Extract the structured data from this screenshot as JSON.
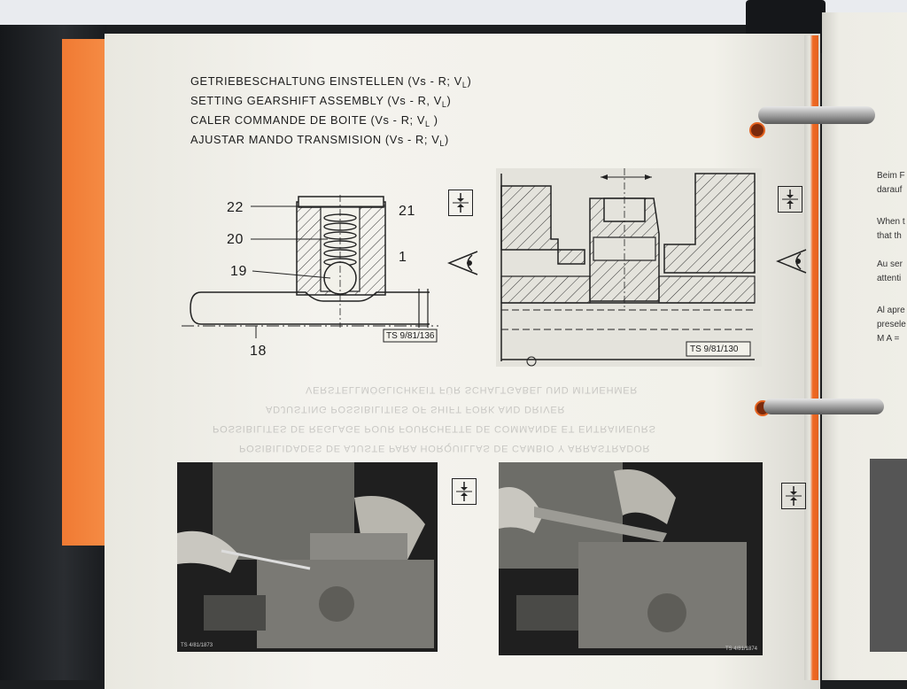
{
  "page": {
    "headings": [
      {
        "main": "GETRIEBESCHALTUNG EINSTELLEN  (Vs - R; V",
        "sub": "L",
        "end": ")"
      },
      {
        "main": "SETTING GEARSHIFT ASSEMBLY (Vs - R, V",
        "sub": "L",
        "end": ")"
      },
      {
        "main": "CALER COMMANDE DE BOITE (Vs - R; V",
        "sub": "L",
        "end": " )"
      },
      {
        "main": "AJUSTAR MANDO TRANSMISION (Vs - R; V",
        "sub": "L",
        "end": ")"
      }
    ],
    "figure_left": {
      "callouts": [
        "22",
        "21",
        "20",
        "1",
        "19",
        "18"
      ],
      "ref": "TS 9/81/136"
    },
    "figure_right": {
      "ref": "TS 9/81/130"
    },
    "ghost_lines": [
      "VERSTELLMÖGLICHKEIT FÜR SCHALTGABEL UND MITNEHMER",
      "ADJUSTING POSSIBILITIES OF SHIFT FORK AND DRIVER",
      "POSSIBILITES DE REGLAGE POUR FOURCHETTE DE COMMANDE ET ENTRAINEURS",
      "POSIBILIDADES DE AJUSTE PARA HORQUILLAS DE CAMBIO Y ARRASTRADOR"
    ],
    "photo_left_caption": "TS 4/81/1873",
    "photo_right_caption": "TS 4/81/1874"
  },
  "right_page": {
    "lines": [
      "Beim F",
      "darauf",
      "When t",
      "that th",
      "Au ser",
      "attenti",
      "Al apre",
      "presele",
      "M A ="
    ]
  }
}
